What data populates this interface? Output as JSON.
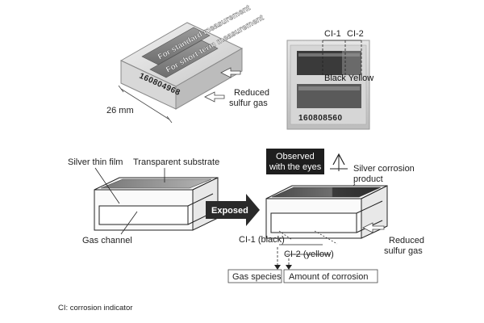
{
  "top_left": {
    "strip1": "For standard measurement",
    "strip2": "For short-term measurement",
    "serial": "160804968",
    "dimension": "26 mm",
    "gas_label_1": "Reduced",
    "gas_label_2": "sulfur gas"
  },
  "top_right": {
    "ci1": "CI-1",
    "ci2": "CI-2",
    "colors": "Black Yellow",
    "serial": "160808560"
  },
  "bottom_left": {
    "silver_film": "Silver thin film",
    "substrate": "Transparent substrate",
    "gas_channel": "Gas channel"
  },
  "arrow": {
    "label": "Exposed"
  },
  "bottom_right": {
    "observed_1": "Observed",
    "observed_2": "with the eyes",
    "corrosion_1": "Silver corrosion",
    "corrosion_2": "product",
    "ci1": "CI-1 (black)",
    "ci2": "CI-2 (yellow)",
    "gas_1": "Reduced",
    "gas_2": "sulfur gas",
    "box_species": "Gas species",
    "box_amount": "Amount of corrosion"
  },
  "footnote": "CI: corrosion indicator",
  "colors": {
    "dark_box": "#222222",
    "film_grey": "#8a8a8a",
    "film_dark": "#3a3a3a"
  }
}
